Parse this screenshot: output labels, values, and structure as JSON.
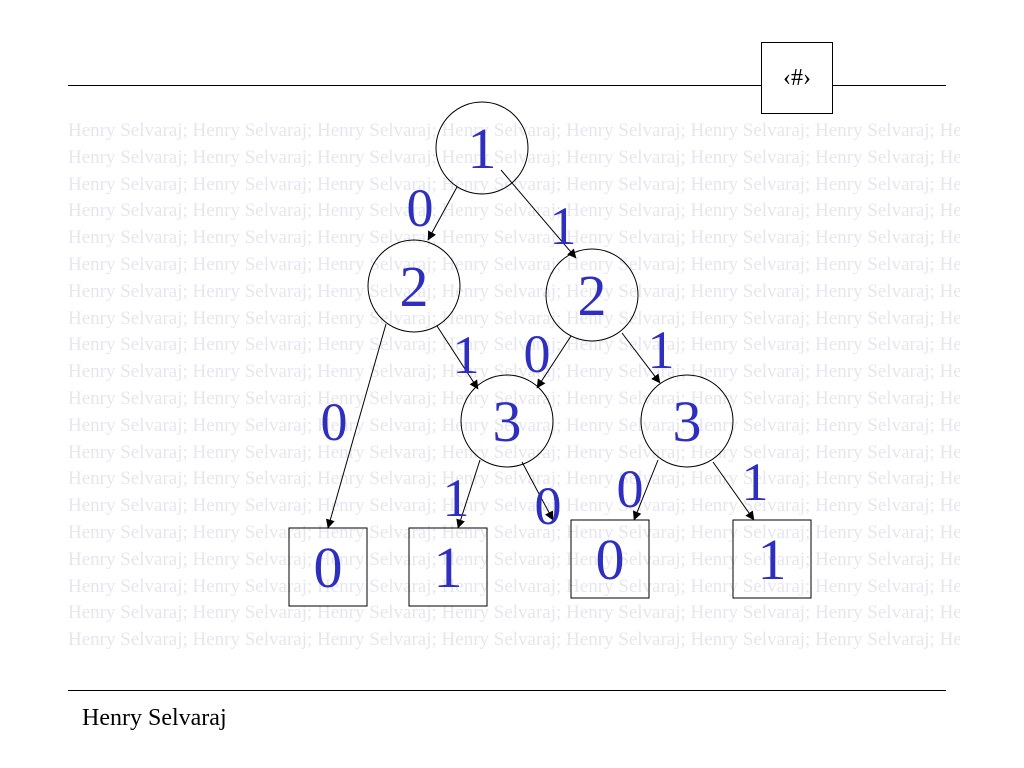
{
  "slide": {
    "number_label": "‹#›",
    "footer_author": "Henry Selvaraj",
    "watermark_text": "Henry Selvaraj;"
  },
  "colors": {
    "label": "#2f2fbf",
    "watermark": "#e6e6ee",
    "line": "#000000"
  },
  "diagram": {
    "nodes": [
      {
        "id": "n1",
        "shape": "circle",
        "label": "1"
      },
      {
        "id": "n2a",
        "shape": "circle",
        "label": "2"
      },
      {
        "id": "n2b",
        "shape": "circle",
        "label": "2"
      },
      {
        "id": "n3a",
        "shape": "circle",
        "label": "3"
      },
      {
        "id": "n3b",
        "shape": "circle",
        "label": "3"
      },
      {
        "id": "t0a",
        "shape": "square",
        "label": "0"
      },
      {
        "id": "t1a",
        "shape": "square",
        "label": "1"
      },
      {
        "id": "t0b",
        "shape": "square",
        "label": "0"
      },
      {
        "id": "t1b",
        "shape": "square",
        "label": "1"
      }
    ],
    "edges": [
      {
        "id": "e1",
        "from": "n1",
        "to": "n2a",
        "label": "0"
      },
      {
        "id": "e2",
        "from": "n1",
        "to": "n2b",
        "label": "1"
      },
      {
        "id": "e3",
        "from": "n2a",
        "to": "t0a",
        "label": "0"
      },
      {
        "id": "e4",
        "from": "n2a",
        "to": "n3a",
        "label": "1"
      },
      {
        "id": "e5",
        "from": "n2b",
        "to": "n3a",
        "label": "0"
      },
      {
        "id": "e6",
        "from": "n2b",
        "to": "n3b",
        "label": "1"
      },
      {
        "id": "e7",
        "from": "n3a",
        "to": "t1a",
        "label": "1"
      },
      {
        "id": "e8",
        "from": "n3a",
        "to": "t0b",
        "label": "0"
      },
      {
        "id": "e9",
        "from": "n3b",
        "to": "t0b",
        "label": "0"
      },
      {
        "id": "e10",
        "from": "n3b",
        "to": "t1b",
        "label": "1"
      }
    ]
  }
}
